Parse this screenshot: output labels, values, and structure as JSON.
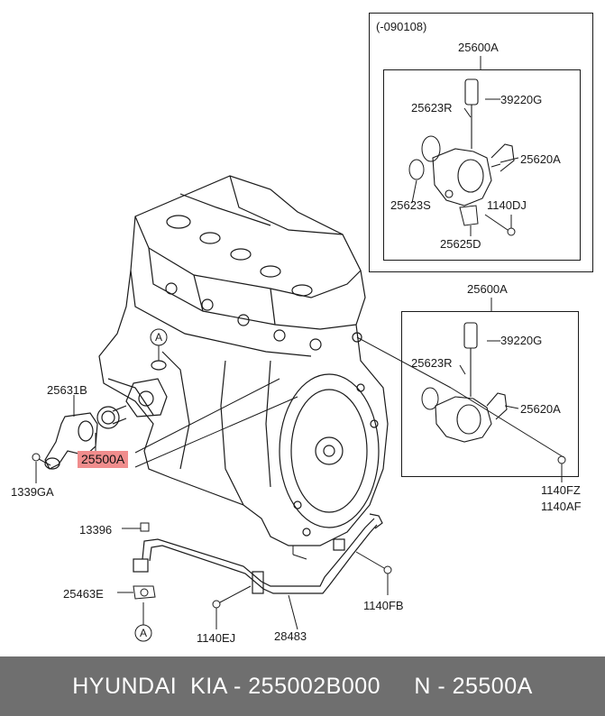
{
  "inset_top": {
    "date_code": "(-090108)",
    "assembly": "25600A",
    "sensor": "39220G",
    "oring_large": "25623R",
    "oring_small": "25623S",
    "fitting": "25620A",
    "bolt": "1140DJ",
    "bracket": "25625D"
  },
  "inset_bottom": {
    "assembly": "25600A",
    "sensor": "39220G",
    "oring": "25623R",
    "fitting": "25620A",
    "bolt_a": "1140FZ",
    "bolt_b": "1140AF"
  },
  "main": {
    "ref_a_upper": "A",
    "ref_a_lower": "A",
    "thermostat_cover": "25631B",
    "thermostat_highlight": "25500A",
    "cover_bolt": "1339GA",
    "nut": "13396",
    "gasket": "25463E",
    "bolt_ej": "1140EJ",
    "pipe": "28483",
    "bolt_fb": "1140FB"
  },
  "footer": {
    "brand": "HYUNDAI  KIA - 255002B000",
    "number": "N - 25500A"
  },
  "colors": {
    "highlight": "#f08d8d",
    "footer_bg": "#6f6f6f",
    "line": "#1a1a1a"
  }
}
